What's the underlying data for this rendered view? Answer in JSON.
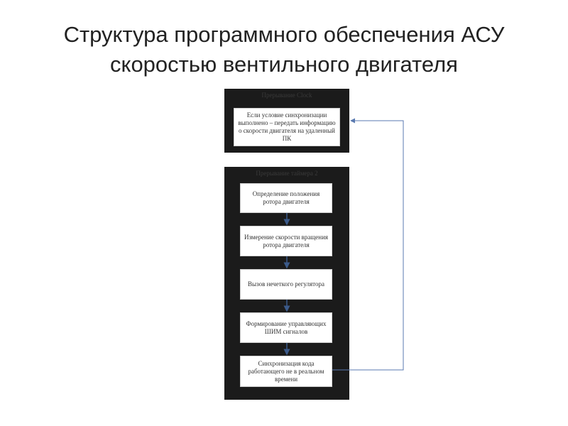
{
  "slide": {
    "title_line1": "Структура программного обеспечения АСУ",
    "title_line2": "скоростью вентильного двигателя"
  },
  "top_panel": {
    "label": "Прерывание Clock",
    "box_text": "Если условие синхронизации выполнено – передать информацию о скорости двигателя на удаленный ПК"
  },
  "bottom_panel": {
    "label": "Прерывание таймера 2",
    "steps": [
      "Определение положения ротора двигателя",
      "Измерение скорости вращения ротора двигателя",
      "Вызов нечеткого регулятора",
      "Формирование управляющих ШИМ сигналов",
      "Синхронизация кода работающего не в реальном времени"
    ]
  },
  "colors": {
    "panel_bg": "#1b1b1b",
    "arrow": "#3b5a8a",
    "feedback_line": "#5a7ab0"
  }
}
